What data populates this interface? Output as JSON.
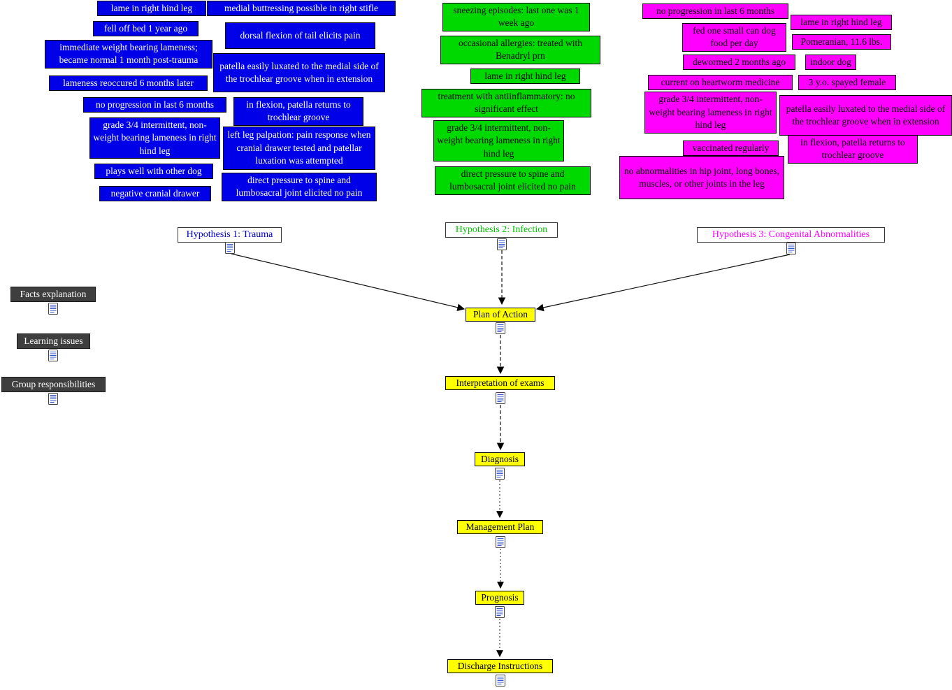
{
  "palette": {
    "trauma_blue": "#0000e8",
    "infection_green": "#00d900",
    "congenital_magenta": "#ff00ff",
    "flow_yellow": "#ffff00",
    "sidebar_gray": "#3e3e3e"
  },
  "hypotheses": [
    {
      "label": "Hypothesis 1: Trauma"
    },
    {
      "label": "Hypothesis 2: Infection"
    },
    {
      "label": "Hypothesis 3: Congenital Abnormalities"
    }
  ],
  "trauma_facts": [
    "lame in right hind leg",
    "medial buttressing possible in right stifle",
    "fell off bed 1 year ago",
    "dorsal flexion of tail elicits pain",
    "immediate weight bearing lameness; became normal 1 month post-trauma",
    "patella easily luxated to the medial side of the trochlear groove when in extension",
    "lameness reoccured 6 months later",
    "no progression in last 6 months",
    "in flexion, patella returns to trochlear groove",
    "grade 3/4 intermittent, non-weight bearing lameness in right hind leg",
    "left leg palpation: pain response when cranial drawer tested and patellar luxation was attempted",
    "plays well with other dog",
    "direct pressure to spine and lumbosacral joint elicited no pain",
    "negative cranial drawer"
  ],
  "infection_facts": [
    "sneezing episodes: last one was 1 week ago",
    "occasional allergies: treated with Benadryl prn",
    "lame in right hind leg",
    "treatment with antiinflammatory: no significant effect",
    "grade 3/4 intermittent, non-weight bearing lameness in right hind leg",
    "direct pressure to spine and lumbosacral joint elicited no pain"
  ],
  "congenital_facts": [
    "no progression in last 6 months",
    "lame in right hind leg",
    "fed one small can dog food per day",
    "Pomeranian, 11.6 lbs.",
    "dewormed 2 months ago",
    "indoor dog",
    "current on heartworm medicine",
    "3 y.o. spayed female",
    "grade 3/4 intermittent, non-weight bearing lameness in right hind leg",
    "patella easily luxated to the medial side of the trochlear groove when in extension",
    "vaccinated regularly",
    "in flexion, patella returns to trochlear groove",
    "no abnormalities in hip joint, long bones, muscles, or other joints in the leg"
  ],
  "sidebar_items": [
    "Facts explanation",
    "Learning issues",
    "Group responsibilities"
  ],
  "flow_steps": [
    "Plan of Action",
    "Interpretation of exams",
    "Diagnosis",
    "Management Plan",
    "Prognosis",
    "Discharge Instructions"
  ],
  "icons": {
    "document": "document-icon"
  }
}
